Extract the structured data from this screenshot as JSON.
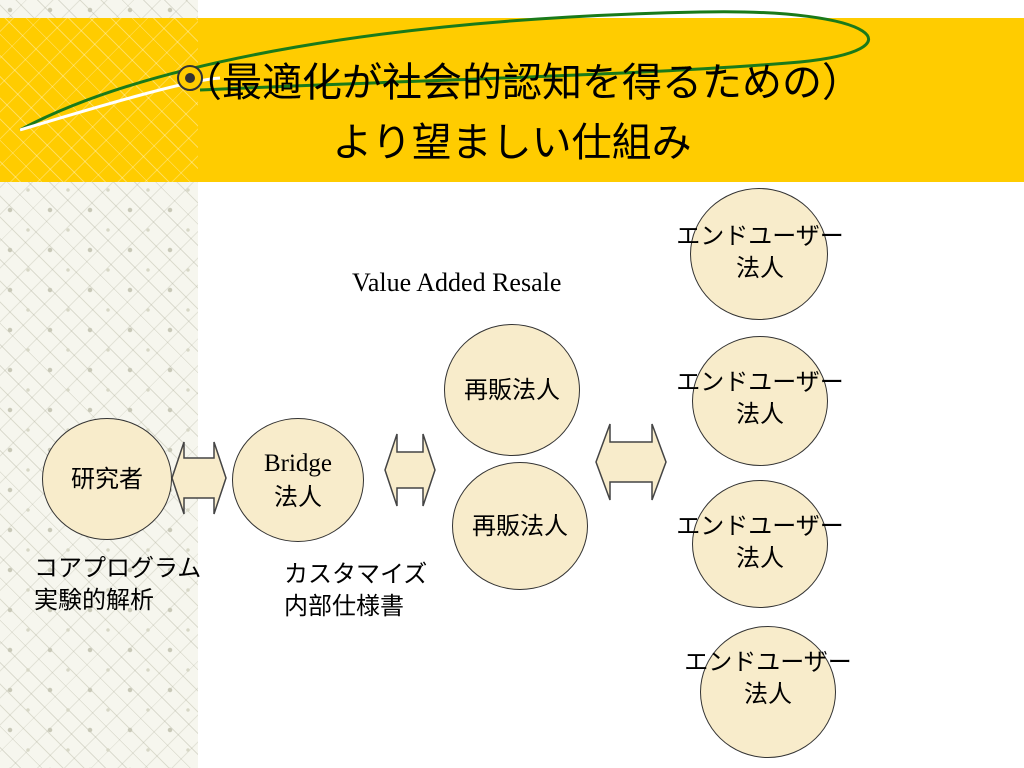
{
  "title": {
    "line1": "（最適化が社会的認知を得るための）",
    "line2": "より望ましい仕組み"
  },
  "flow_label": "Value Added Resale",
  "nodes": {
    "researcher": "研究者",
    "bridge_en": "Bridge",
    "bridge_jp": "法人",
    "reseller_1": "再販法人",
    "reseller_2": "再販法人"
  },
  "end_users": [
    {
      "line1": "エンドユーザー",
      "line2": "法人"
    },
    {
      "line1": "エンドユーザー",
      "line2": "法人"
    },
    {
      "line1": "エンドユーザー",
      "line2": "法人"
    },
    {
      "line1": "エンドユーザー",
      "line2": "法人"
    }
  ],
  "captions": {
    "researcher_line1": "コアプログラム",
    "researcher_line2": "実験的解析",
    "bridge_line1": "カスタマイズ",
    "bridge_line2": "内部仕様書"
  },
  "colors": {
    "title_band": "#ffcc00",
    "node_fill": "#f8eccb",
    "swoosh": "#1a7a1a"
  }
}
